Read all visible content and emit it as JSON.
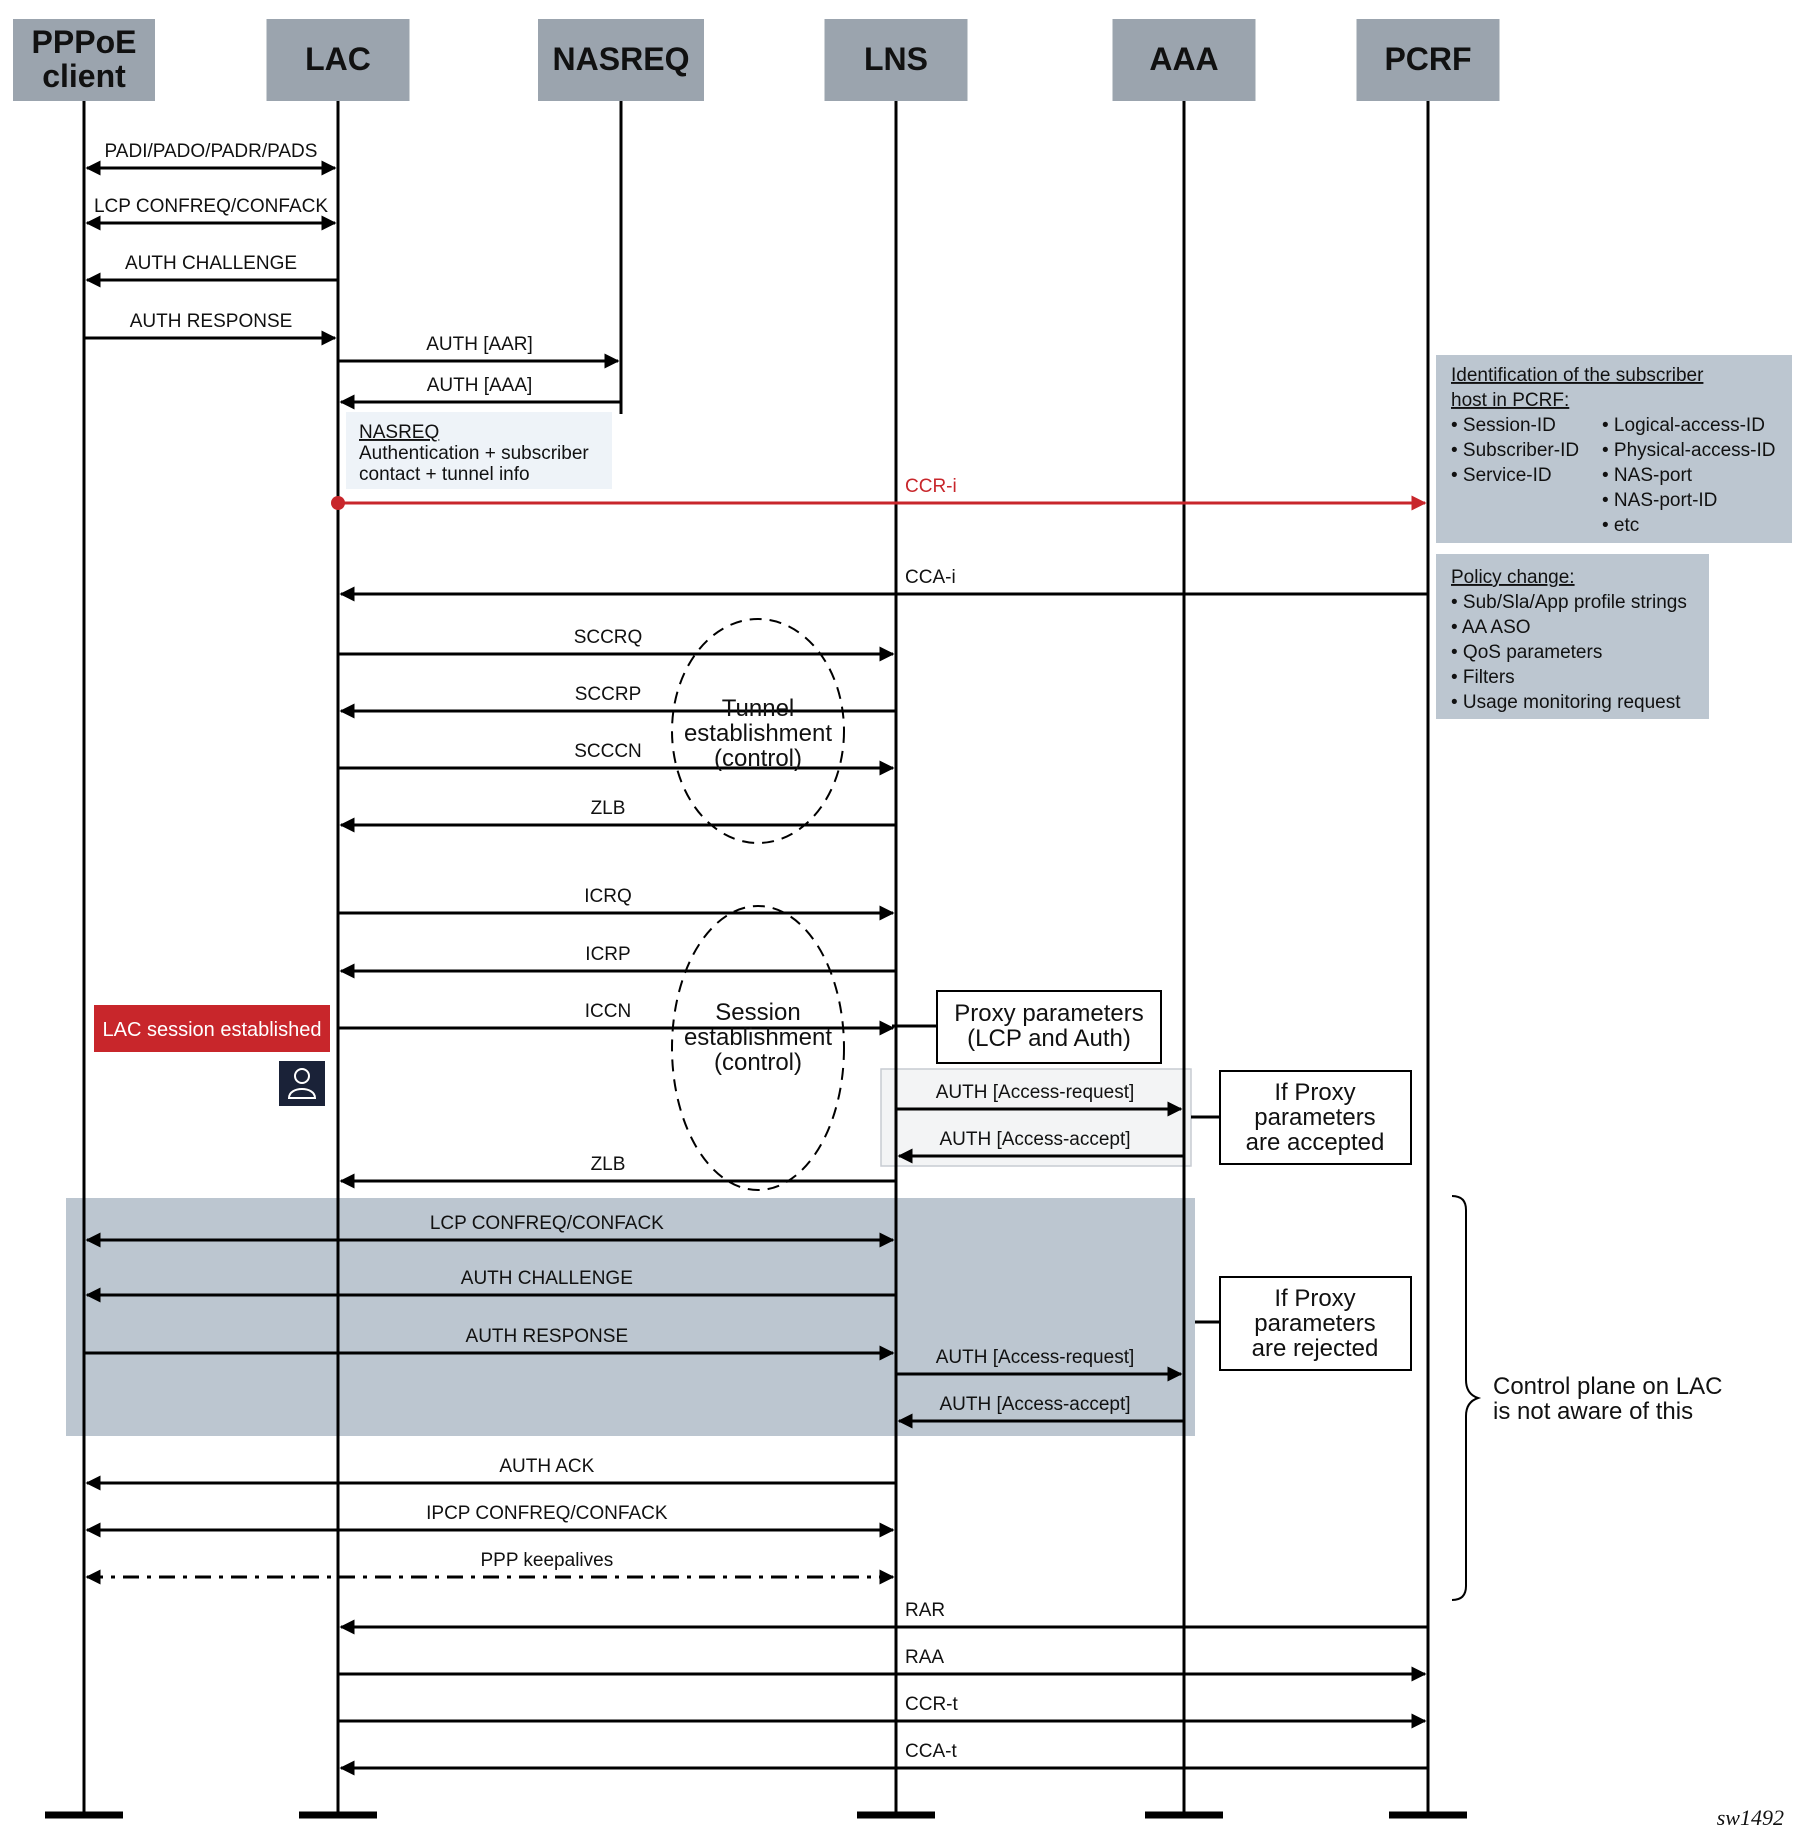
{
  "participants": [
    {
      "id": "pppoe",
      "line1": "PPPoE",
      "line2": "client"
    },
    {
      "id": "lac",
      "line1": "LAC"
    },
    {
      "id": "nasreq",
      "line1": "NASREQ"
    },
    {
      "id": "lns",
      "line1": "LNS"
    },
    {
      "id": "aaa",
      "line1": "AAA"
    },
    {
      "id": "pcrf",
      "line1": "PCRF"
    }
  ],
  "messages": [
    {
      "label": "PADI/PADO/PADR/PADS",
      "from": "pppoe",
      "to": "lac",
      "dir": "both"
    },
    {
      "label": "LCP CONFREQ/CONFACK",
      "from": "pppoe",
      "to": "lac",
      "dir": "both"
    },
    {
      "label": "AUTH CHALLENGE",
      "from": "lac",
      "to": "pppoe",
      "dir": "one"
    },
    {
      "label": "AUTH RESPONSE",
      "from": "pppoe",
      "to": "lac",
      "dir": "one"
    },
    {
      "label": "AUTH [AAR]",
      "from": "lac",
      "to": "nasreq",
      "dir": "one"
    },
    {
      "label": "AUTH [AAA]",
      "from": "nasreq",
      "to": "lac",
      "dir": "one"
    },
    {
      "label": "CCR-i",
      "from": "lac",
      "to": "pcrf",
      "dir": "one",
      "highlight": true
    },
    {
      "label": "CCA-i",
      "from": "pcrf",
      "to": "lac",
      "dir": "one"
    },
    {
      "label": "SCCRQ",
      "from": "lac",
      "to": "lns",
      "dir": "one"
    },
    {
      "label": "SCCRP",
      "from": "lns",
      "to": "lac",
      "dir": "one"
    },
    {
      "label": "SCCCN",
      "from": "lac",
      "to": "lns",
      "dir": "one"
    },
    {
      "label": "ZLB",
      "from": "lns",
      "to": "lac",
      "dir": "one"
    },
    {
      "label": "ICRQ",
      "from": "lac",
      "to": "lns",
      "dir": "one"
    },
    {
      "label": "ICRP",
      "from": "lns",
      "to": "lac",
      "dir": "one"
    },
    {
      "label": "ICCN",
      "from": "lac",
      "to": "lns",
      "dir": "one"
    },
    {
      "label": "AUTH [Access-request]",
      "from": "lns",
      "to": "aaa",
      "dir": "one"
    },
    {
      "label": "AUTH [Access-accept]",
      "from": "aaa",
      "to": "lns",
      "dir": "one"
    },
    {
      "label": "ZLB",
      "from": "lns",
      "to": "lac",
      "dir": "one"
    },
    {
      "label": "LCP CONFREQ/CONFACK",
      "from": "pppoe",
      "to": "lns",
      "dir": "both"
    },
    {
      "label": "AUTH CHALLENGE",
      "from": "lns",
      "to": "pppoe",
      "dir": "one"
    },
    {
      "label": "AUTH RESPONSE",
      "from": "pppoe",
      "to": "lns",
      "dir": "one"
    },
    {
      "label": "AUTH [Access-request]",
      "from": "lns",
      "to": "aaa",
      "dir": "one"
    },
    {
      "label": "AUTH [Access-accept]",
      "from": "aaa",
      "to": "lns",
      "dir": "one"
    },
    {
      "label": "AUTH ACK",
      "from": "lns",
      "to": "pppoe",
      "dir": "one"
    },
    {
      "label": "IPCP CONFREQ/CONFACK",
      "from": "pppoe",
      "to": "lns",
      "dir": "both"
    },
    {
      "label": "PPP keepalives",
      "from": "pppoe",
      "to": "lns",
      "dir": "both",
      "dashed": true
    },
    {
      "label": "RAR",
      "from": "pcrf",
      "to": "lac",
      "dir": "one"
    },
    {
      "label": "RAA",
      "from": "lac",
      "to": "pcrf",
      "dir": "one"
    },
    {
      "label": "CCR-t",
      "from": "lac",
      "to": "pcrf",
      "dir": "one"
    },
    {
      "label": "CCA-t",
      "from": "pcrf",
      "to": "lac",
      "dir": "one"
    }
  ],
  "nasreq_note": {
    "title": "NASREQ",
    "lines": [
      "Authentication + subscriber",
      "contact + tunnel info"
    ]
  },
  "pcrf_id_note": {
    "title_lines": [
      "Identification of the subscriber",
      "host in PCRF:"
    ],
    "col1": [
      "Session-ID",
      "Subscriber-ID",
      "Service-ID"
    ],
    "col2": [
      "Logical-access-ID",
      "Physical-access-ID",
      "NAS-port",
      "NAS-port-ID",
      "etc"
    ]
  },
  "policy_note": {
    "title": "Policy change:",
    "items": [
      "Sub/Sla/App profile strings",
      "AA ASO",
      "QoS parameters",
      "Filters",
      "Usage monitoring request"
    ]
  },
  "tunnel_label": [
    "Tunnel",
    "establishment",
    "(control)"
  ],
  "session_label": [
    "Session",
    "establishment",
    "(control)"
  ],
  "proxy_params": [
    "Proxy parameters",
    "(LCP and Auth)"
  ],
  "proxy_accepted": [
    "If Proxy",
    "parameters",
    "are accepted"
  ],
  "proxy_rejected": [
    "If Proxy",
    "parameters",
    "are rejected"
  ],
  "lac_session_badge": "LAC session established",
  "control_plane_note": [
    "Control plane on LAC",
    "is not aware of this"
  ],
  "figure_id": "sw1492",
  "colors": {
    "header_bg": "#9ba4ae",
    "note_bg": "#bcc6d0",
    "shade_bg": "#bcc6d0",
    "highlight": "#c8262b",
    "badge_bg": "#c8262b",
    "icon_bg": "#1a2238",
    "nasreq_note_bg": "#eef3f8"
  },
  "icons": {
    "lac_session": "user-icon"
  }
}
